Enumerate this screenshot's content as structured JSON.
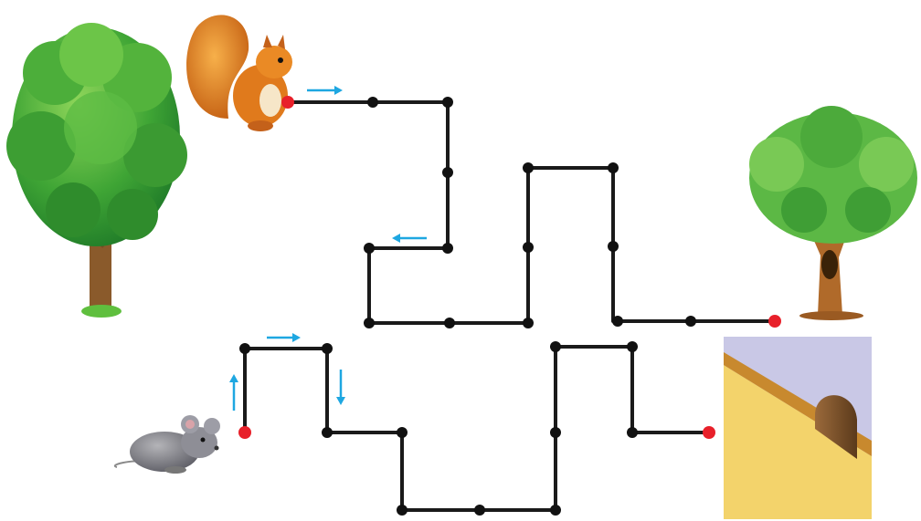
{
  "scene": {
    "characters": [
      {
        "role": "squirrel",
        "icon": "squirrel-icon"
      },
      {
        "role": "mouse",
        "icon": "mouse-icon"
      }
    ],
    "destinations": [
      {
        "role": "big-bush-tree",
        "icon": "tree-icon"
      },
      {
        "role": "hollow-tree",
        "icon": "hollow-tree-icon"
      },
      {
        "role": "mouse-hole",
        "icon": "mouse-hole-icon"
      }
    ]
  },
  "colors": {
    "path": "#1a1a1a",
    "start_end_dot": "#e8202a",
    "node_dot": "#111111",
    "arrow": "#1ea7e1",
    "hole_wall": "#f3d36b",
    "hole_sky": "#c9c8e6"
  }
}
